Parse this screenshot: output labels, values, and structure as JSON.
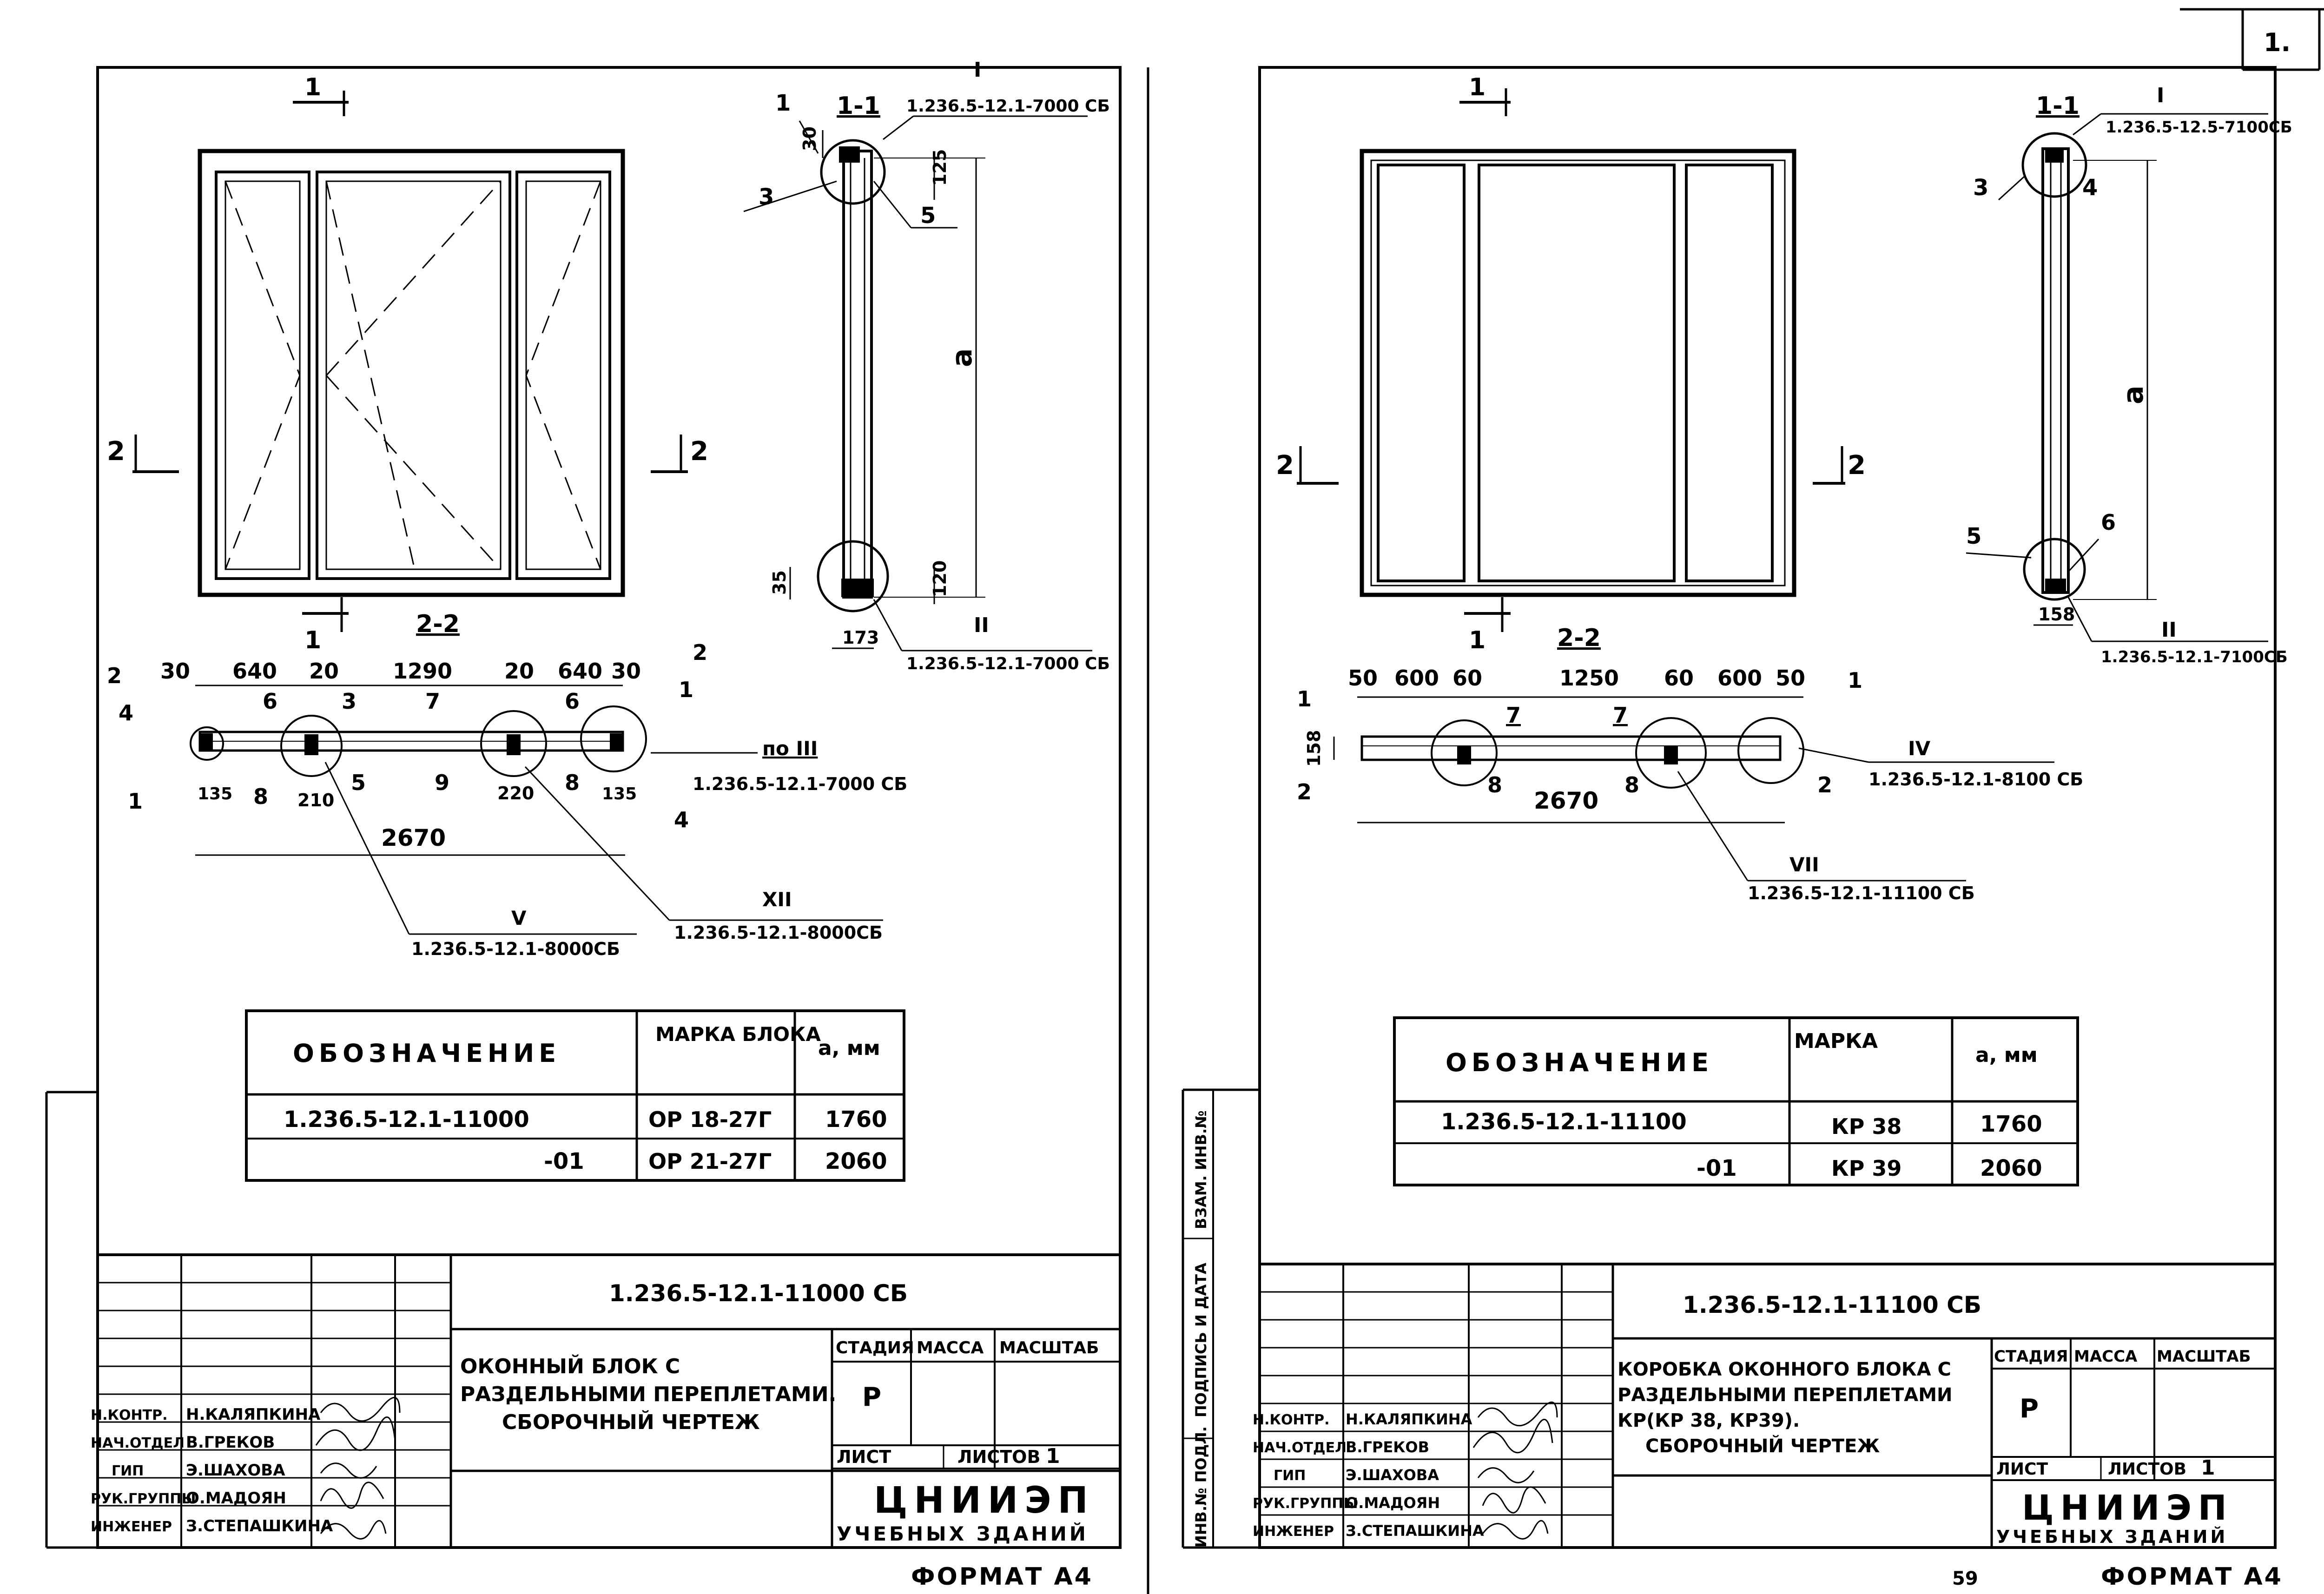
{
  "page_corner_number": "1.",
  "page_number": "59",
  "sheets": [
    {
      "id": "left",
      "section_1": "1-1",
      "section_2": "2-2",
      "cut_labels": {
        "one": "1",
        "two": "2"
      },
      "ref_I": "I",
      "ref_II": "II",
      "ref_top": "1.236.5-12.1-7000 СБ",
      "ref_bottom": "1.236.5-12.1-7000 СБ",
      "callouts_section": [
        "1",
        "3",
        "5"
      ],
      "dim_section": {
        "top": "30",
        "h1": "125",
        "a": "a",
        "bottom": "35",
        "h2": "120",
        "w": "173"
      },
      "plan_dims_top": [
        "30",
        "640",
        "20",
        "1290",
        "20",
        "640",
        "30"
      ],
      "plan_dims_bottom": [
        "135",
        "210",
        "220",
        "135"
      ],
      "plan_total": "2670",
      "plan_callouts": [
        "2",
        "4",
        "1",
        "6",
        "3",
        "7",
        "6",
        "2",
        "1",
        "8",
        "5",
        "9",
        "8",
        "4"
      ],
      "ref_III_label": "по III",
      "ref_III": "1.236.5-12.1-7000 СБ",
      "ref_V_label": "V",
      "ref_V": "1.236.5-12.1-8000СБ",
      "ref_XII_label": "XII",
      "ref_XII": "1.236.5-12.1-8000СБ",
      "table": {
        "headers": [
          "ОБОЗНАЧЕНИЕ",
          "МАРКА БЛОКА",
          "a, мм"
        ],
        "rows": [
          [
            "1.236.5-12.1-11000",
            "ОР 18-27Г",
            "1760"
          ],
          [
            "-01",
            "ОР 21-27Г",
            "2060"
          ]
        ]
      },
      "stamp": {
        "doc_code": "1.236.5-12.1-11000 СБ",
        "title_lines": [
          "ОКОННЫЙ БЛОК С",
          "РАЗДЕЛЬНЫМИ ПЕРЕПЛЕТАМИ.",
          "СБОРОЧНЫЙ ЧЕРТЕЖ"
        ],
        "stage_head": "СТАДИЯ",
        "mass_head": "МАССА",
        "scale_head": "МАСШТАБ",
        "stage": "Р",
        "sheet_label": "ЛИСТ",
        "sheets_label": "ЛИСТОВ",
        "sheets_count": "1",
        "org": "ЦНИИЭП",
        "org_sub": "УЧЕБНЫХ ЗДАНИЙ",
        "roles": [
          [
            "Н.КОНТР.",
            "Н.КАЛЯПКИНА"
          ],
          [
            "НАЧ.ОТДЕЛ",
            "В.ГРЕКОВ"
          ],
          [
            "ГИП",
            "Э.ШАХОВА"
          ],
          [
            "РУК.ГРУППЫ",
            "О.МАДОЯН"
          ],
          [
            "ИНЖЕНЕР",
            "З.СТЕПАШКИНА"
          ]
        ]
      },
      "format": "ФОРМАТ А4"
    },
    {
      "id": "right",
      "section_1": "1-1",
      "section_2": "2-2",
      "cut_labels": {
        "one": "1",
        "two": "2"
      },
      "ref_I": "I",
      "ref_II": "II",
      "ref_top": "1.236.5-12.5-7100СБ",
      "ref_bottom": "1.236.5-12.1-7100СБ",
      "callouts_section": [
        "3",
        "4",
        "5",
        "6"
      ],
      "dim_section": {
        "a": "a",
        "w": "158"
      },
      "plan_dims_top": [
        "50",
        "600",
        "60",
        "1250",
        "60",
        "600",
        "50"
      ],
      "plan_total": "2670",
      "plan_height": "158",
      "plan_callouts": [
        "1",
        "7",
        "7",
        "1",
        "2",
        "8",
        "8",
        "2"
      ],
      "ref_IV_label": "IV",
      "ref_IV": "1.236.5-12.1-8100 СБ",
      "ref_VII_label": "VII",
      "ref_VII": "1.236.5-12.1-11100 СБ",
      "table": {
        "headers": [
          "ОБОЗНАЧЕНИЕ",
          "МАРКА",
          "a, мм"
        ],
        "rows": [
          [
            "1.236.5-12.1-11100",
            "КР 38",
            "1760"
          ],
          [
            "-01",
            "КР 39",
            "2060"
          ]
        ]
      },
      "side_labels": [
        "ИНВ.№ ПОДЛ.",
        "ПОДПИСЬ И ДАТА",
        "ВЗАМ. ИНВ.№"
      ],
      "stamp": {
        "doc_code": "1.236.5-12.1-11100 СБ",
        "title_lines": [
          "КОРОБКА ОКОННОГО БЛОКА С",
          "РАЗДЕЛЬНЫМИ ПЕРЕПЛЕТАМИ",
          "КР(КР 38, КР39).",
          "СБОРОЧНЫЙ ЧЕРТЕЖ"
        ],
        "stage_head": "СТАДИЯ",
        "mass_head": "МАССА",
        "scale_head": "МАСШТАБ",
        "stage": "Р",
        "sheet_label": "ЛИСТ",
        "sheets_label": "ЛИСТОВ",
        "sheets_count": "1",
        "org": "ЦНИИЭП",
        "org_sub": "УЧЕБНЫХ ЗДАНИЙ",
        "roles": [
          [
            "Н.КОНТР.",
            "Н.КАЛЯПКИНА"
          ],
          [
            "НАЧ.ОТДЕЛ",
            "В.ГРЕКОВ"
          ],
          [
            "ГИП",
            "Э.ШАХОВА"
          ],
          [
            "РУК.ГРУППЫ",
            "О.МАДОЯН"
          ],
          [
            "ИНЖЕНЕР",
            "З.СТЕПАШКИНА"
          ]
        ]
      },
      "format": "ФОРМАТ А4"
    }
  ]
}
